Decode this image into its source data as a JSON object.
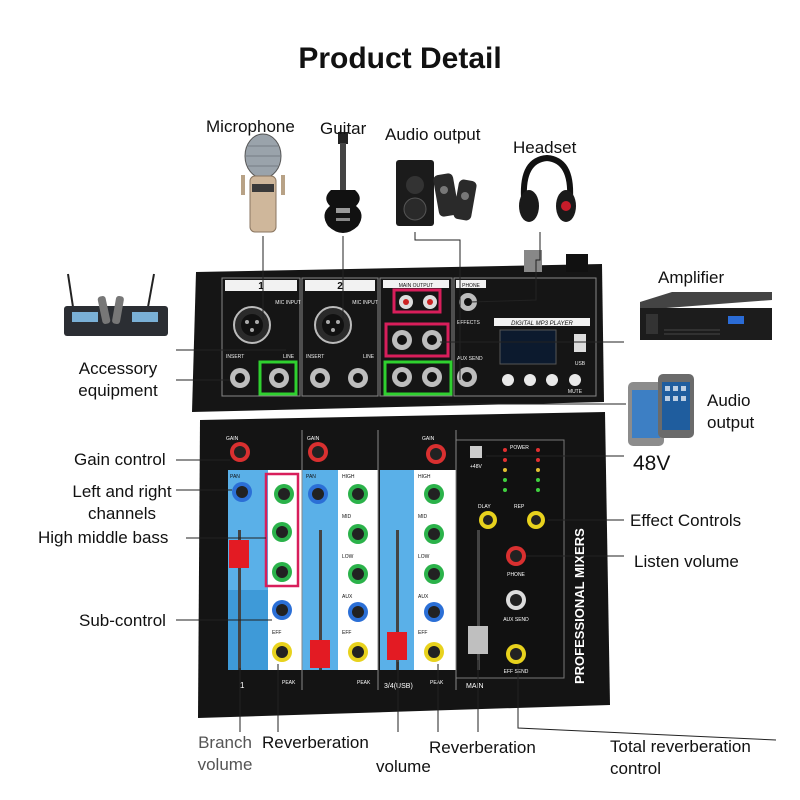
{
  "title": "Product Detail",
  "peripherals": {
    "microphone": "Microphone",
    "guitar": "Guitar",
    "audio_output_top": "Audio output",
    "headset": "Headset",
    "amplifier": "Amplifier",
    "accessory": "Accessory equipment",
    "audio_output_right": "Audio output",
    "phantom": "48V"
  },
  "controls": {
    "gain": "Gain control",
    "left_right": "Left and right channels",
    "high_mid_bass": "High middle bass",
    "sub": "Sub-control",
    "effect": "Effect Controls",
    "listen": "Listen volume",
    "branch": "Branch volume",
    "reverb_1": "Reverberation",
    "reverb_2": "Reverberation",
    "volume": "volume",
    "total_reverb": "Total reverberation control"
  },
  "panel_text": {
    "ch1": "1",
    "ch2": "2",
    "mic_input": "MIC INPUT",
    "insert": "INSERT",
    "line": "LINE",
    "main_output": "MAIN OUTPUT",
    "phone": "PHONE",
    "effects": "EFFECTS",
    "aux_send": "AUX SEND",
    "mp3": "DIGITAL MP3 PLAYER",
    "usb": "USB",
    "mute": "MUTE",
    "brand": "PROFESSIONAL MIXERS",
    "gain": "GAIN",
    "pan": "PAN",
    "high": "HIGH",
    "mid": "MID",
    "low": "LOW",
    "aux": "AUX",
    "eff": "EFF",
    "peak": "PEAK",
    "power": "POWER",
    "plus48v": "+48V",
    "dly": "DLAY",
    "rep": "REP",
    "phone_lower": "PHONE",
    "aux_send_lower": "AUX SEND",
    "eff_send": "EFF SEND",
    "main": "MAIN",
    "ch34": "3/4(USB)",
    "fader_ch1": "1"
  },
  "colors": {
    "panel": "#161616",
    "blue_strip": "#5ab0e8",
    "white_strip": "#ffffff",
    "highlight_red": "#d81e5b",
    "highlight_green": "#2fd12f",
    "fader_red": "#e31b23",
    "line": "#222222"
  }
}
